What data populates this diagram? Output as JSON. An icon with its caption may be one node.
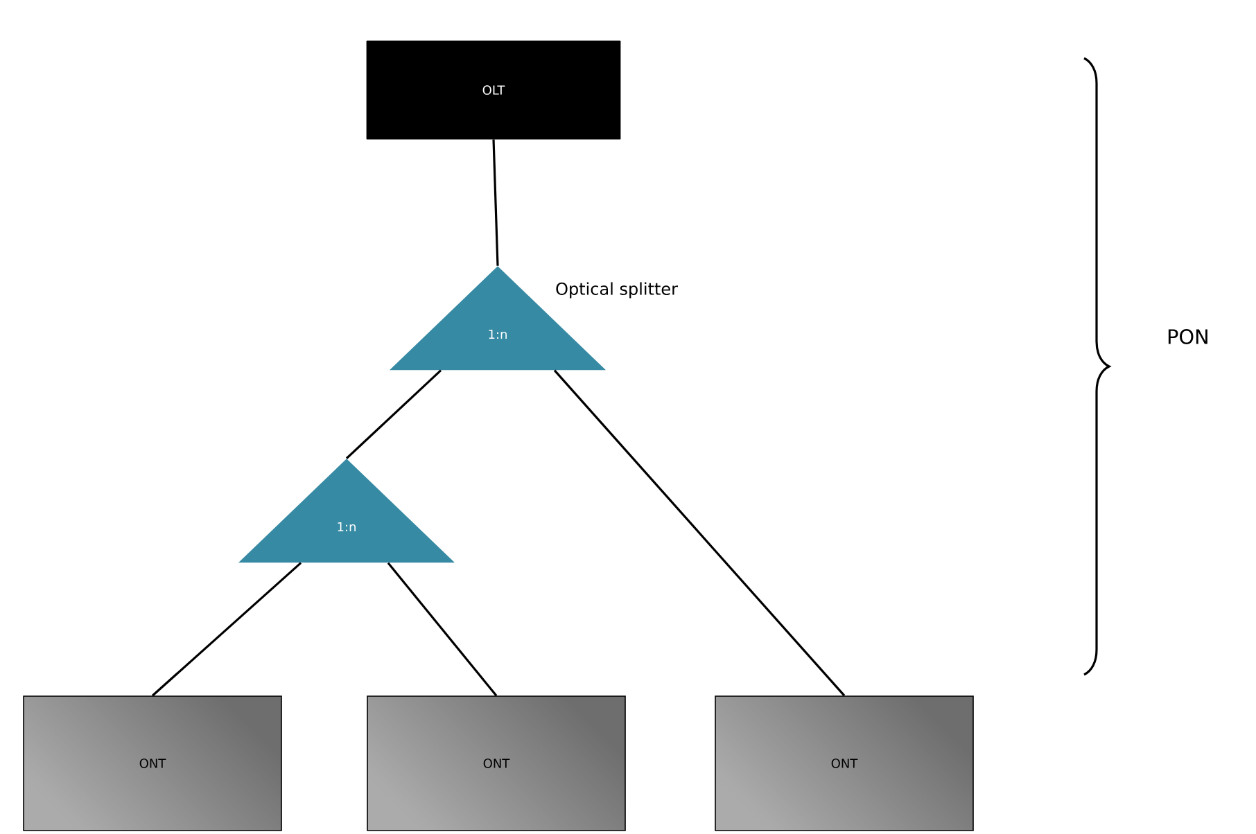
{
  "diagram": {
    "nodes": [
      {
        "text": [
          "OLT"
        ]
      },
      {
        "text": [
          "1:n"
        ],
        "beside": [
          "Optical splitter"
        ]
      },
      {
        "text": [
          "1:n"
        ]
      },
      {
        "text": [
          "ONT"
        ]
      },
      {
        "text": [
          "ONT"
        ]
      },
      {
        "text": [
          "ONT"
        ]
      }
    ],
    "edges": [
      {
        "from": 0,
        "to": 1,
        "arrow": "none"
      },
      {
        "from": 1,
        "to": 2,
        "arrow": "none"
      },
      {
        "from": 1,
        "to": 5,
        "arrow": "none"
      },
      {
        "from": 2,
        "to": 3,
        "arrow": "none"
      },
      {
        "from": 2,
        "to": 4,
        "arrow": "none"
      }
    ],
    "labels": [
      "PON"
    ]
  }
}
